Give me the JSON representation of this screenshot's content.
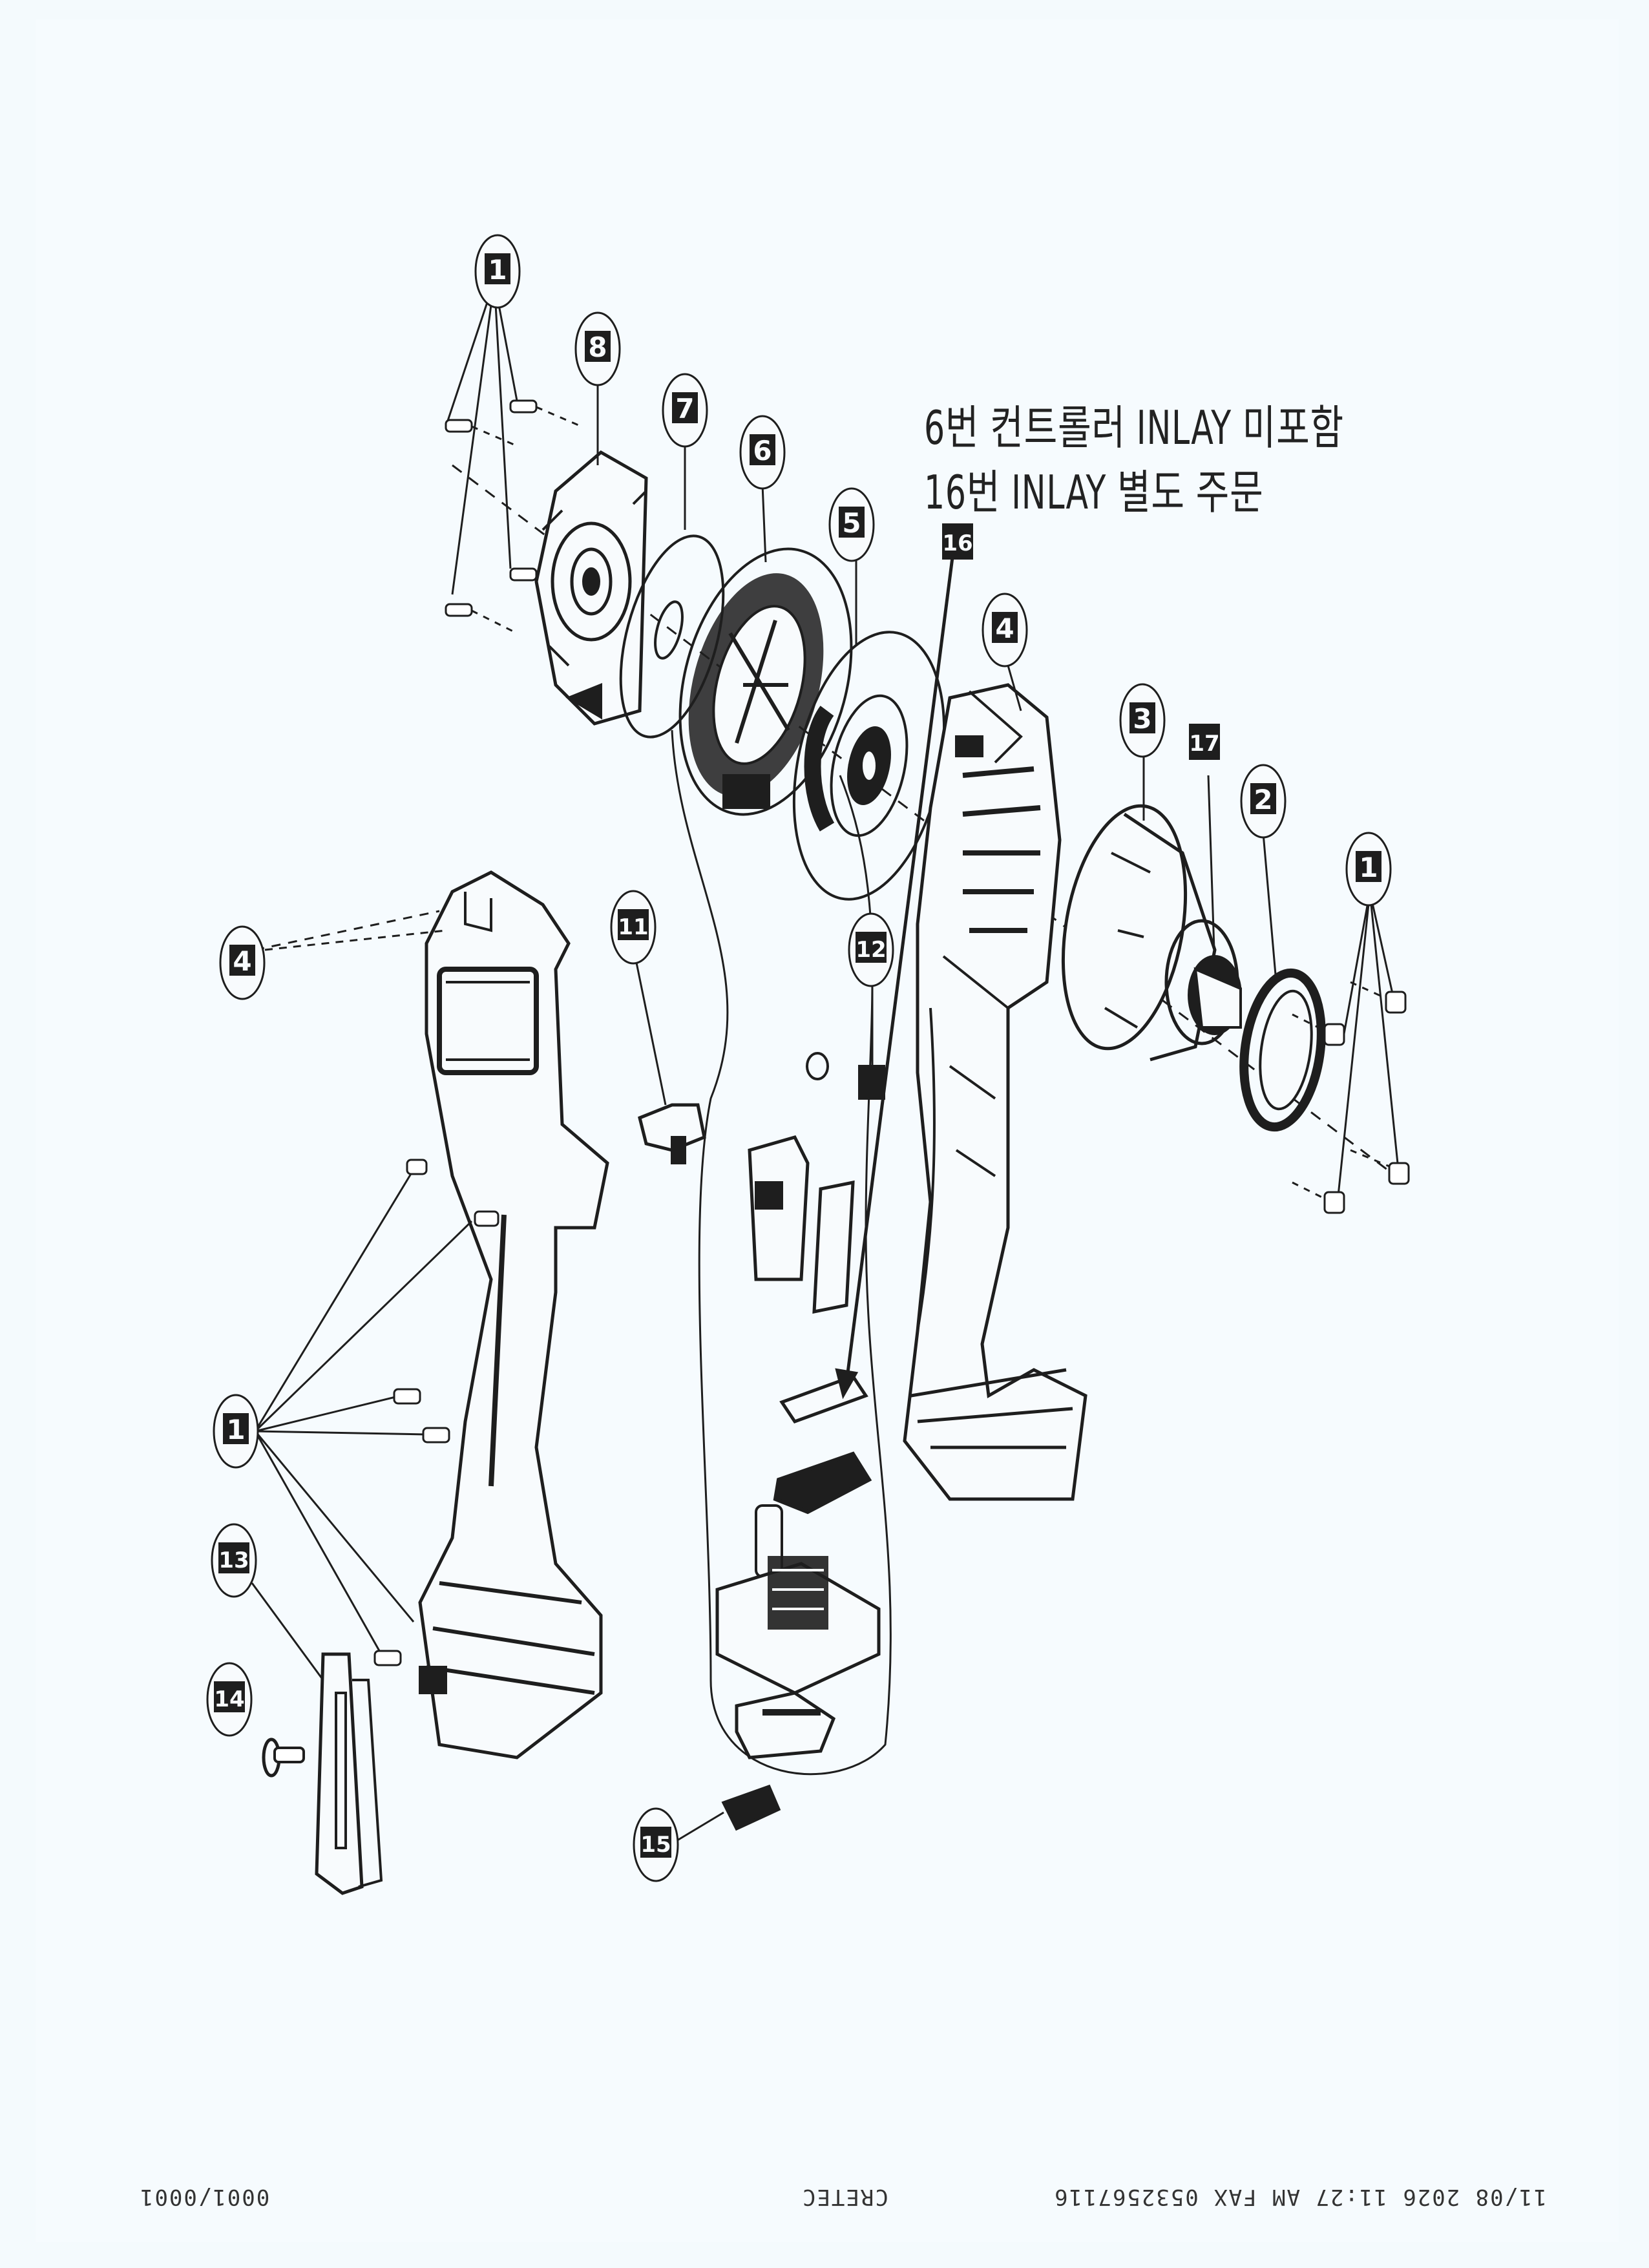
{
  "notes": {
    "line1": "6번 컨트롤러 INLAY 미포함",
    "line2": "16번 INLAY 별도 주문"
  },
  "fax_header": {
    "left": "0001/0001",
    "center": "CRETEC",
    "right": "11/08 2026 11:27 AM FAX 0532567116"
  },
  "callouts": {
    "c1_top": "1",
    "c8": "8",
    "c7": "7",
    "c6": "6",
    "c5": "5",
    "c16": "16",
    "c4_right": "4",
    "c3": "3",
    "c17": "17",
    "c2": "2",
    "c1_right": "1",
    "c4_left": "4",
    "c11": "11",
    "c12": "12",
    "c1_left": "1",
    "c13": "13",
    "c14": "14",
    "c15": "15"
  },
  "colors": {
    "ink": "#1e1e1e",
    "paper": "#f4fafd"
  }
}
